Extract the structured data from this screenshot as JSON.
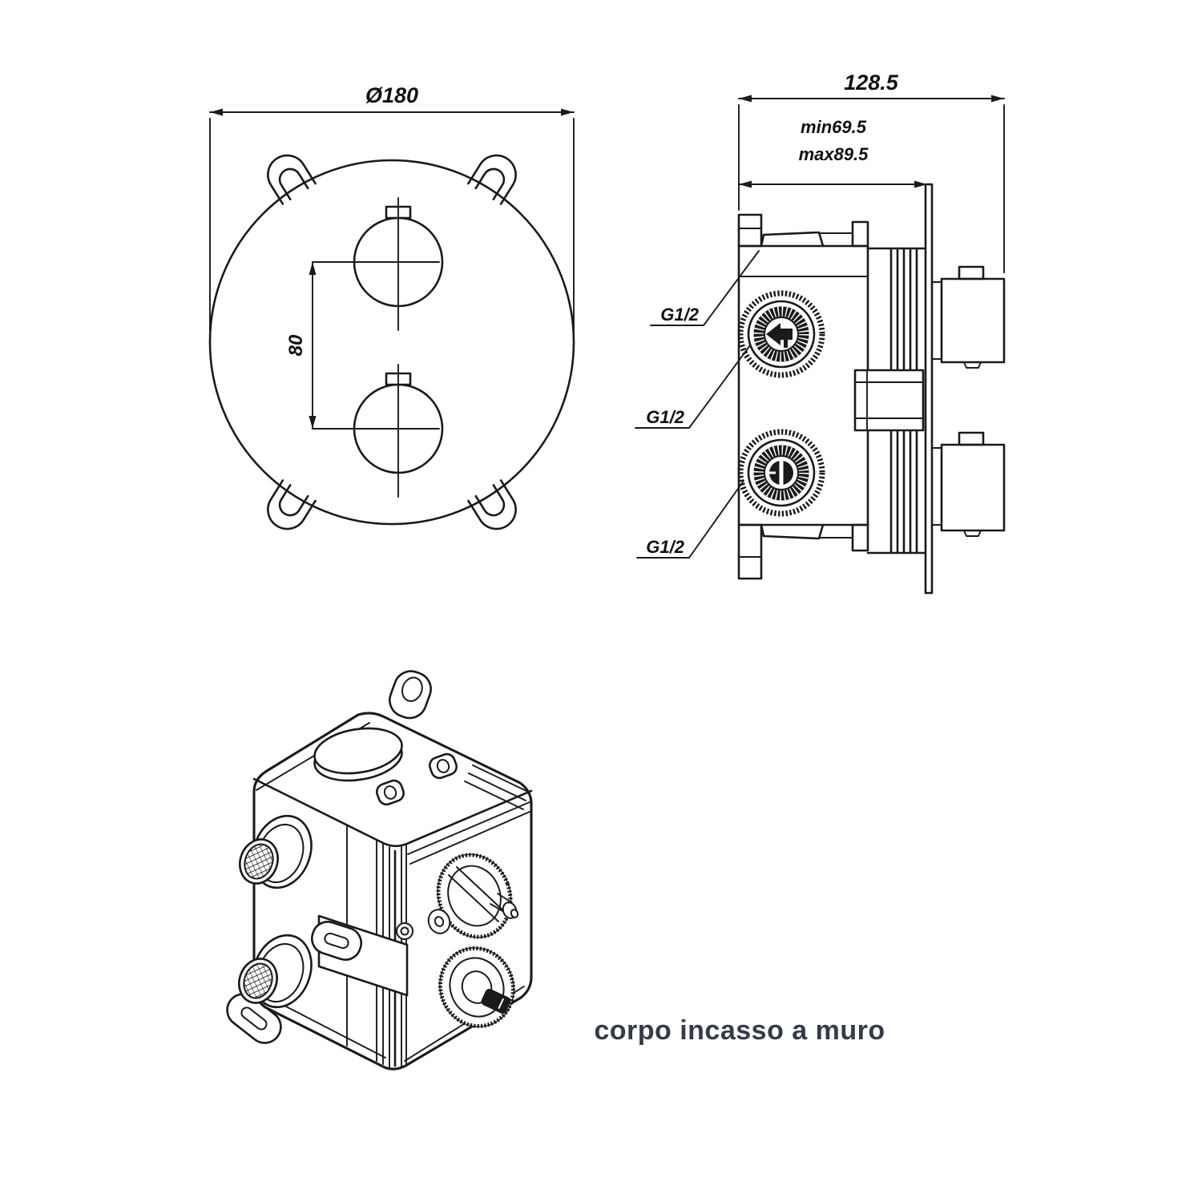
{
  "drawing": {
    "background": "#ffffff",
    "line_color": "#1a1a1a",
    "caption_color": "#343b49",
    "front_view": {
      "diameter": "Ø180",
      "center_spacing": "80"
    },
    "side_view": {
      "overall_depth": "128.5",
      "min_depth": "min69.5",
      "max_depth": "max89.5",
      "ports": [
        "G1/2",
        "G1/2",
        "G1/2"
      ]
    },
    "caption": "corpo incasso a muro"
  }
}
